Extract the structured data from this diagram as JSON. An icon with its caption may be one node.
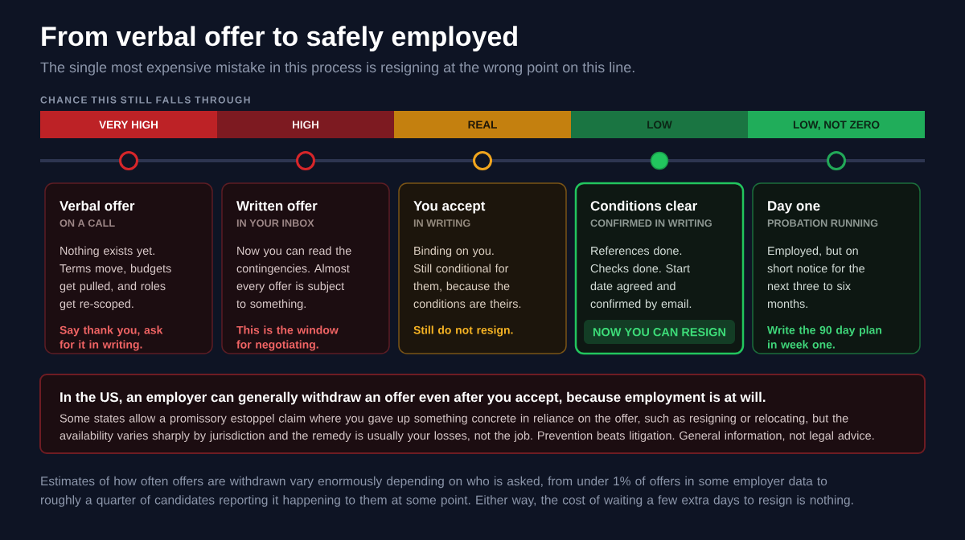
{
  "diagram": {
    "title": "From verbal offer to safely employed",
    "nodes": [
      {
        "text": [
          "VERY HIGH"
        ]
      },
      {
        "text": [
          "HIGH"
        ]
      },
      {
        "text": [
          "REAL"
        ]
      },
      {
        "text": [
          "LOW"
        ]
      },
      {
        "text": [
          "LOW, NOT ZERO"
        ]
      },
      {
        "text": [
          "Verbal offer",
          "ON A CALL",
          "Nothing exists yet. Terms move, budgets get pulled, and roles get re-scoped.",
          "Say thank you, ask for it in writing."
        ]
      },
      {
        "text": [
          "Written offer",
          "IN YOUR INBOX",
          "Now you can read the contingencies. Almost every offer is subject to something.",
          "This is the window for negotiating."
        ]
      },
      {
        "text": [
          "You accept",
          "IN WRITING",
          "Binding on you. Still conditional for them, because the conditions are theirs.",
          "Still do not resign."
        ]
      },
      {
        "text": [
          "Conditions clear",
          "CONFIRMED IN WRITING",
          "References done. Checks done. Start date agreed and confirmed by email."
        ]
      },
      {
        "text": [
          "NOW YOU CAN RESIGN"
        ],
        "in": 8
      },
      {
        "text": [
          "Day one",
          "PROBATION RUNNING",
          "Employed, but on short notice for the next three to six months.",
          "Write the 90 day plan in week one."
        ]
      },
      {
        "text": [
          "In the US, an employer can generally withdraw an offer even after you accept, because employment is at will.",
          "Some states allow a promissory estoppel claim where you gave up something concrete in reliance on the offer, such as resigning or relocating, but the availability varies sharply by jurisdiction and the remedy is usually your losses, not the job. Prevention beats litigation. General information, not legal advice."
        ]
      }
    ],
    "labels": [
      "The single most expensive mistake in this process is resigning at the wrong point on this line.",
      "CHANCE THIS STILL FALLS THROUGH",
      "Estimates of how often offers are withdrawn vary enormously depending on who is asked, from under 1% of offers in some employer data to roughly a quarter of candidates reporting it happening to them at some point. Either way, the cost of waiting a few extra days to resign is nothing."
    ]
  }
}
